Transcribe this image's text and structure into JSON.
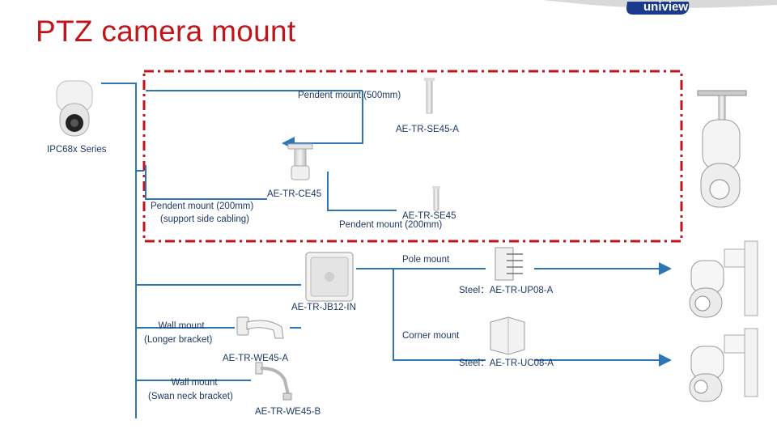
{
  "page": {
    "title": "PTZ camera mount"
  },
  "brand": {
    "logo_text": "uniview",
    "band_color": "#d9d9d9",
    "logo_bg": "#1a3b8c"
  },
  "colors": {
    "accent": "#c0151b",
    "connector": "#2e75b6",
    "text": "#1f3864"
  },
  "camera": {
    "label": "IPC68x Series"
  },
  "ceiling_group": {
    "pendent_500": {
      "name": "Pendent  mount (500mm)",
      "model": "AE-TR-SE45-A"
    },
    "pendent_200_side": {
      "model": "AE-TR-CE45",
      "name": "Pendent  mount (200mm)",
      "note": "(support side cabling)"
    },
    "pendent_200": {
      "model": "AE-TR-SE45",
      "name": "Pendent  mount (200mm)"
    }
  },
  "junction_box": {
    "model": "AE-TR-JB12-IN"
  },
  "wall_long": {
    "name": "Wall mount",
    "note": "(Longer bracket)",
    "model": "AE-TR-WE45-A"
  },
  "wall_swan": {
    "name": "Wall mount",
    "note": "(Swan neck bracket)",
    "model": "AE-TR-WE45-B"
  },
  "pole_mount": {
    "name": "Pole mount",
    "model": "Steel：AE-TR-UP08-A"
  },
  "corner_mount": {
    "name": "Corner mount",
    "model": "Steel：AE-TR-UC08-A"
  }
}
